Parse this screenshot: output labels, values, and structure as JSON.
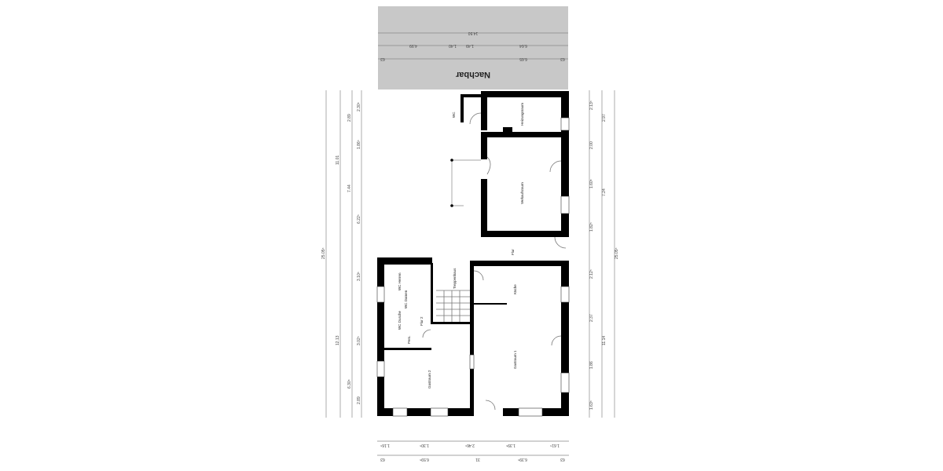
{
  "neighbor": {
    "label": "Nachbar",
    "fill": "#c8c8c8"
  },
  "rooms": {
    "wc": "WC",
    "heizungsraum": "Heizungsraum",
    "verkaufsraum": "Verkaufsraum",
    "flur": "Flur",
    "treppenhaus": "Treppenhaus",
    "wc_herren": "WC Herren",
    "wc_damen": "WC Damen",
    "wc_dusche": "WC Dusche",
    "flur2": "Flur 2",
    "pers": "Pers.",
    "kueche": "Küche",
    "gastraum1": "Gastraum 1",
    "gastraum2": "Gastraum 2"
  },
  "dimensions": {
    "top": [
      "14.50",
      "4.99",
      "1.40",
      "1.49",
      "6.64",
      "63",
      "6.65",
      "63"
    ],
    "left": [
      "25.05⁵",
      "11.01",
      "12.13",
      "7.44",
      "2.89",
      "6.22⁵",
      "6.30⁵",
      "2.89",
      "3.02⁵",
      "3.10⁵",
      "2.30⁵",
      "1.86⁵"
    ],
    "right": [
      "25.05⁵",
      "2.97",
      "7.24",
      "11.14",
      "2.13⁵",
      "2.00",
      "1.60⁵",
      "1.82⁵",
      "2.12⁵",
      "2.37",
      "1.86",
      "1.63⁵"
    ],
    "bottom": [
      "63",
      "6.59⁵",
      "31",
      "6.39⁵",
      "63",
      "1.16⁵",
      "1.30⁵",
      "2.46⁵",
      "1.39⁵",
      "1.61⁵"
    ]
  }
}
